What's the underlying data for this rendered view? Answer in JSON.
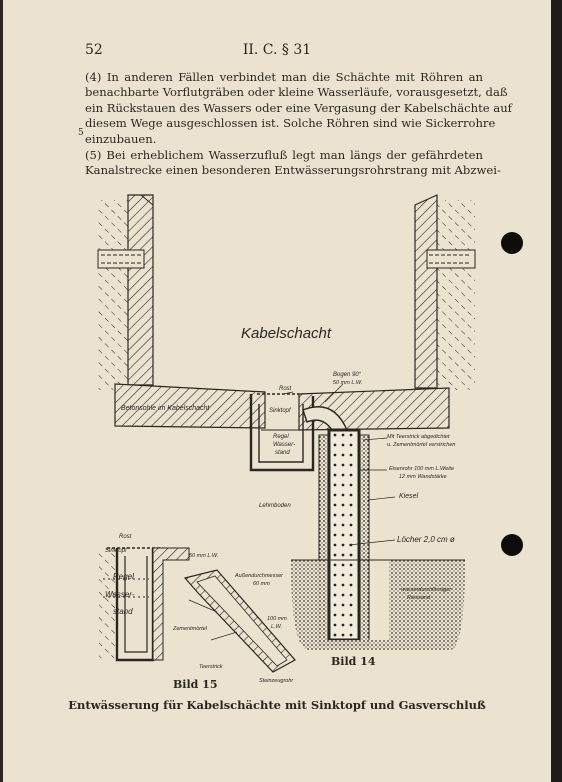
{
  "header": {
    "page_number": "52",
    "section": "II. C. § 31"
  },
  "paragraph_4": {
    "lines": [
      "(4) In anderen Fällen verbindet man die Schächte mit Röhren an",
      "benachbarte Vorflutgräben oder kleine Wasserläufe, vorausgesetzt, daß",
      "ein Rückstauen des Wassers oder eine Vergasung der Kabelschächte auf",
      "diesem Wege ausgeschlossen ist. Solche Röhren sind wie Sickerrohre",
      "einzubauen."
    ]
  },
  "margin_line_number": "5",
  "paragraph_5": {
    "lines": [
      "(5) Bei erheblichem Wasserzufluß legt man längs der gefährdeten",
      "Kanalstrecke einen besonderen Entwässerungsrohrstrang mit Abzwei-"
    ]
  },
  "figure_14": {
    "caption": "Bild 14",
    "labels": {
      "kabelschacht": "Kabelschacht",
      "rost": "Rost",
      "bogen": "Bogen 90°",
      "bogen_size": "50 mm L.W.",
      "betonsohle": "Betonsohle im Kabelschacht",
      "sinktopf": "Sinktopf",
      "regel_1": "Regel",
      "regel_2": "Wasser-",
      "regel_3": "stand",
      "teerstrick_1": "Mit Teerstrick abgedichtet",
      "teerstrick_2": "u. Zementmörtel verstrichen",
      "eisenrohr_1": "Eisenrohr 100 mm L.Weite",
      "eisenrohr_2": "12 mm Wandstärke",
      "kiesel": "Kiesel",
      "lehmboden": "Lehmboden",
      "loecher": "Löcher 2,0 cm ø",
      "riessand_1": "wasserdurchlässiger",
      "riessand_2": "Riessand"
    }
  },
  "figure_15": {
    "caption": "Bild 15",
    "labels": {
      "rost": "Rost",
      "sinktopf": "Sinktopf",
      "regel_1": "Regel",
      "regel_2": "Wasser-",
      "regel_3": "stand",
      "pipe_size": "50 mm L.W.",
      "aussen_1": "Außendurchmesser",
      "aussen_2": "60 mm",
      "zementmoertel": "Zementmörtel",
      "teerstrick": "Teerstrick",
      "size_100_1": "100 mm",
      "size_100_2": "L.W.",
      "steinzeugrohr": "Steinzeugrohr"
    }
  },
  "figure_title": "Entwässerung für Kabelschächte mit Sinktopf und Gasverschluß"
}
